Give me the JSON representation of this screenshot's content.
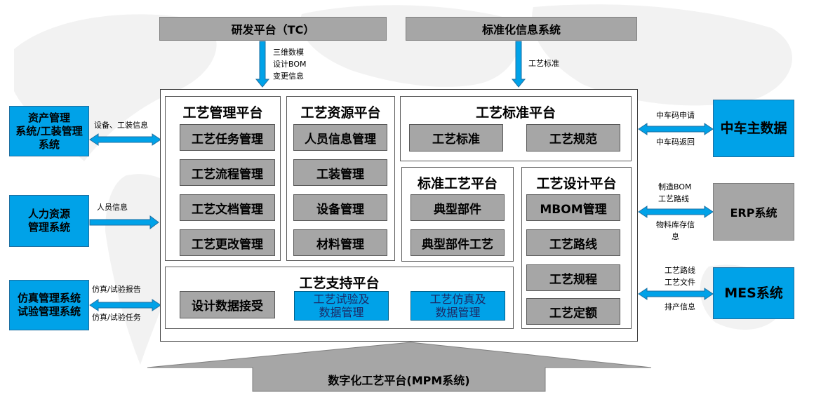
{
  "top": {
    "rd_platform": "研发平台（TC）",
    "std_info_system": "标准化信息系统",
    "rd_flow_lines": [
      "三维数模",
      "设计BOM",
      "变更信息"
    ],
    "std_flow_label": "工艺标准"
  },
  "left": {
    "asset": {
      "lines": [
        "资产管理",
        "系统/工装管理",
        "系统"
      ],
      "flow": "设备、工装信息"
    },
    "hr": {
      "lines": [
        "人力资源",
        "管理系统"
      ],
      "flow": "人员信息"
    },
    "sim": {
      "lines": [
        "仿真管理系统",
        "试验管理系统"
      ],
      "flow_top": "仿真/试验报告",
      "flow_bottom": "仿真/试验任务"
    }
  },
  "right": {
    "mdm": {
      "label": "中车主数据",
      "flow_top": "中车码申请",
      "flow_bottom": "中车码返回"
    },
    "erp": {
      "label": "ERP系统",
      "flow_top": [
        "制造BOM",
        "工艺路线"
      ],
      "flow_bottom": [
        "物料库存信",
        "息"
      ]
    },
    "mes": {
      "label": "MES系统",
      "flow_top": [
        "工艺路线",
        "工艺文件"
      ],
      "flow_bottom": "排产信息"
    }
  },
  "panels": {
    "mgmt": {
      "title": "工艺管理平台",
      "items": [
        "工艺任务管理",
        "工艺流程管理",
        "工艺文档管理",
        "工艺更改管理"
      ]
    },
    "resource": {
      "title": "工艺资源平台",
      "items": [
        "人员信息管理",
        "工装管理",
        "设备管理",
        "材料管理"
      ]
    },
    "standard": {
      "title": "工艺标准平台",
      "items": [
        "工艺标准",
        "工艺规范"
      ]
    },
    "std_process": {
      "title": "标准工艺平台",
      "items": [
        "典型部件",
        "典型部件工艺"
      ]
    },
    "design": {
      "title": "工艺设计平台",
      "items": [
        "MBOM管理",
        "工艺路线",
        "工艺规程",
        "工艺定额"
      ]
    },
    "support": {
      "title": "工艺支持平台",
      "gray_item": "设计数据接受",
      "blue_items": [
        [
          "工艺试验及",
          "数据管理"
        ],
        [
          "工艺仿真及",
          "数据管理"
        ]
      ]
    }
  },
  "base": {
    "label": "数字化工艺平台(MPM系统)"
  },
  "colors": {
    "gray": "#a6a6a6",
    "blue": "#00a2e8",
    "arrow_fill": "#00a2e8"
  }
}
